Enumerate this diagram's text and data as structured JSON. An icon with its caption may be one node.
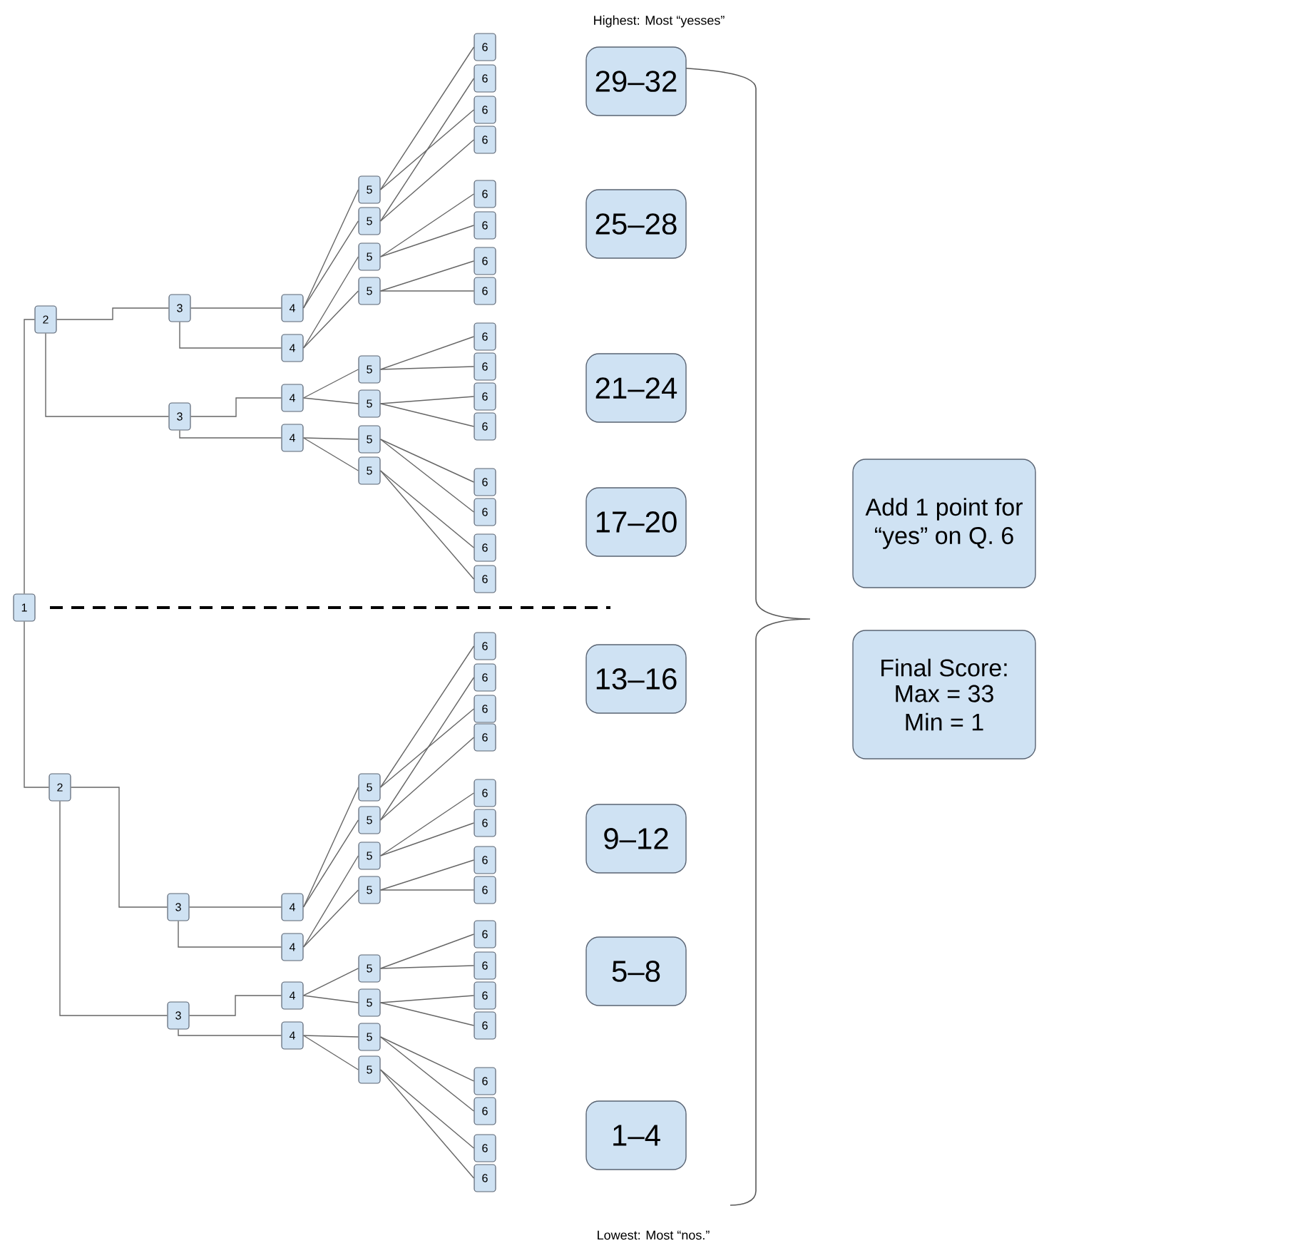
{
  "diagram": {
    "nodes": [
      {
        "text": [
          "1"
        ]
      },
      {
        "text": [
          "2"
        ]
      },
      {
        "text": [
          "3"
        ]
      },
      {
        "text": [
          "4"
        ]
      },
      {
        "text": [
          "5"
        ]
      },
      {
        "text": [
          "6"
        ]
      },
      {
        "text": [
          "6"
        ]
      },
      {
        "text": [
          "5"
        ]
      },
      {
        "text": [
          "6"
        ]
      },
      {
        "text": [
          "6"
        ]
      },
      {
        "text": [
          "4"
        ]
      },
      {
        "text": [
          "5"
        ]
      },
      {
        "text": [
          "6"
        ]
      },
      {
        "text": [
          "6"
        ]
      },
      {
        "text": [
          "5"
        ]
      },
      {
        "text": [
          "6"
        ]
      },
      {
        "text": [
          "6"
        ]
      },
      {
        "text": [
          "3"
        ]
      },
      {
        "text": [
          "4"
        ]
      },
      {
        "text": [
          "5"
        ]
      },
      {
        "text": [
          "6"
        ]
      },
      {
        "text": [
          "6"
        ]
      },
      {
        "text": [
          "5"
        ]
      },
      {
        "text": [
          "6"
        ]
      },
      {
        "text": [
          "6"
        ]
      },
      {
        "text": [
          "4"
        ]
      },
      {
        "text": [
          "5"
        ]
      },
      {
        "text": [
          "6"
        ]
      },
      {
        "text": [
          "6"
        ]
      },
      {
        "text": [
          "5"
        ]
      },
      {
        "text": [
          "6"
        ]
      },
      {
        "text": [
          "6"
        ]
      },
      {
        "text": [
          "2"
        ]
      },
      {
        "text": [
          "3"
        ]
      },
      {
        "text": [
          "4"
        ]
      },
      {
        "text": [
          "5"
        ]
      },
      {
        "text": [
          "6"
        ]
      },
      {
        "text": [
          "6"
        ]
      },
      {
        "text": [
          "5"
        ]
      },
      {
        "text": [
          "6"
        ]
      },
      {
        "text": [
          "6"
        ]
      },
      {
        "text": [
          "4"
        ]
      },
      {
        "text": [
          "5"
        ]
      },
      {
        "text": [
          "6"
        ]
      },
      {
        "text": [
          "6"
        ]
      },
      {
        "text": [
          "5"
        ]
      },
      {
        "text": [
          "6"
        ]
      },
      {
        "text": [
          "6"
        ]
      },
      {
        "text": [
          "3"
        ]
      },
      {
        "text": [
          "4"
        ]
      },
      {
        "text": [
          "5"
        ]
      },
      {
        "text": [
          "6"
        ]
      },
      {
        "text": [
          "6"
        ]
      },
      {
        "text": [
          "5"
        ]
      },
      {
        "text": [
          "6"
        ]
      },
      {
        "text": [
          "6"
        ]
      },
      {
        "text": [
          "4"
        ]
      },
      {
        "text": [
          "5"
        ]
      },
      {
        "text": [
          "6"
        ]
      },
      {
        "text": [
          "6"
        ]
      },
      {
        "text": [
          "5"
        ]
      },
      {
        "text": [
          "6"
        ]
      },
      {
        "text": [
          "6"
        ]
      },
      {
        "text": [
          "29–32"
        ]
      },
      {
        "text": [
          "25–28"
        ]
      },
      {
        "text": [
          "21–24"
        ]
      },
      {
        "text": [
          "17–20"
        ]
      },
      {
        "text": [
          "13–16"
        ]
      },
      {
        "text": [
          "9–12"
        ]
      },
      {
        "text": [
          "5–8"
        ]
      },
      {
        "text": [
          "1–4"
        ]
      },
      {
        "text": [
          "Add 1 point for “yes” on Q. 6"
        ]
      },
      {
        "text": [
          "Final Score:",
          "Max = 33 Min = 1"
        ]
      }
    ],
    "edges": [
      {
        "from": 0,
        "to": 1,
        "arrow": "none"
      },
      {
        "from": 1,
        "to": 2,
        "arrow": "none"
      },
      {
        "from": 2,
        "to": 3,
        "arrow": "none"
      },
      {
        "from": 3,
        "to": 4,
        "arrow": "none"
      },
      {
        "from": 4,
        "to": 5,
        "arrow": "none"
      },
      {
        "from": 4,
        "to": 6,
        "arrow": "none"
      },
      {
        "from": 3,
        "to": 7,
        "arrow": "none"
      },
      {
        "from": 7,
        "to": 8,
        "arrow": "none"
      },
      {
        "from": 7,
        "to": 9,
        "arrow": "none"
      },
      {
        "from": 2,
        "to": 10,
        "arrow": "none"
      },
      {
        "from": 10,
        "to": 11,
        "arrow": "none"
      },
      {
        "from": 11,
        "to": 12,
        "arrow": "none"
      },
      {
        "from": 11,
        "to": 13,
        "arrow": "none"
      },
      {
        "from": 10,
        "to": 14,
        "arrow": "none"
      },
      {
        "from": 14,
        "to": 15,
        "arrow": "none"
      },
      {
        "from": 14,
        "to": 16,
        "arrow": "none"
      },
      {
        "from": 1,
        "to": 17,
        "arrow": "none"
      },
      {
        "from": 17,
        "to": 18,
        "arrow": "none"
      },
      {
        "from": 18,
        "to": 19,
        "arrow": "none"
      },
      {
        "from": 19,
        "to": 20,
        "arrow": "none"
      },
      {
        "from": 19,
        "to": 21,
        "arrow": "none"
      },
      {
        "from": 18,
        "to": 22,
        "arrow": "none"
      },
      {
        "from": 22,
        "to": 23,
        "arrow": "none"
      },
      {
        "from": 22,
        "to": 24,
        "arrow": "none"
      },
      {
        "from": 17,
        "to": 25,
        "arrow": "none"
      },
      {
        "from": 25,
        "to": 26,
        "arrow": "none"
      },
      {
        "from": 26,
        "to": 27,
        "arrow": "none"
      },
      {
        "from": 26,
        "to": 28,
        "arrow": "none"
      },
      {
        "from": 25,
        "to": 29,
        "arrow": "none"
      },
      {
        "from": 29,
        "to": 30,
        "arrow": "none"
      },
      {
        "from": 29,
        "to": 31,
        "arrow": "none"
      },
      {
        "from": 0,
        "to": 32,
        "arrow": "none"
      },
      {
        "from": 32,
        "to": 33,
        "arrow": "none"
      },
      {
        "from": 33,
        "to": 34,
        "arrow": "none"
      },
      {
        "from": 34,
        "to": 35,
        "arrow": "none"
      },
      {
        "from": 35,
        "to": 36,
        "arrow": "none"
      },
      {
        "from": 35,
        "to": 37,
        "arrow": "none"
      },
      {
        "from": 34,
        "to": 38,
        "arrow": "none"
      },
      {
        "from": 38,
        "to": 39,
        "arrow": "none"
      },
      {
        "from": 38,
        "to": 40,
        "arrow": "none"
      },
      {
        "from": 33,
        "to": 41,
        "arrow": "none"
      },
      {
        "from": 41,
        "to": 42,
        "arrow": "none"
      },
      {
        "from": 42,
        "to": 43,
        "arrow": "none"
      },
      {
        "from": 42,
        "to": 44,
        "arrow": "none"
      },
      {
        "from": 41,
        "to": 45,
        "arrow": "none"
      },
      {
        "from": 45,
        "to": 46,
        "arrow": "none"
      },
      {
        "from": 45,
        "to": 47,
        "arrow": "none"
      },
      {
        "from": 32,
        "to": 48,
        "arrow": "none"
      },
      {
        "from": 48,
        "to": 49,
        "arrow": "none"
      },
      {
        "from": 49,
        "to": 50,
        "arrow": "none"
      },
      {
        "from": 50,
        "to": 51,
        "arrow": "none"
      },
      {
        "from": 50,
        "to": 52,
        "arrow": "none"
      },
      {
        "from": 49,
        "to": 53,
        "arrow": "none"
      },
      {
        "from": 53,
        "to": 54,
        "arrow": "none"
      },
      {
        "from": 53,
        "to": 55,
        "arrow": "none"
      },
      {
        "from": 48,
        "to": 56,
        "arrow": "none"
      },
      {
        "from": 56,
        "to": 57,
        "arrow": "none"
      },
      {
        "from": 57,
        "to": 58,
        "arrow": "none"
      },
      {
        "from": 57,
        "to": 59,
        "arrow": "none"
      },
      {
        "from": 56,
        "to": 60,
        "arrow": "none"
      },
      {
        "from": 60,
        "to": 61,
        "arrow": "none"
      },
      {
        "from": 60,
        "to": 62,
        "arrow": "none"
      }
    ],
    "labels": [
      "Highest: Most “yesses”",
      "Lowest: Most “nos.”"
    ]
  }
}
